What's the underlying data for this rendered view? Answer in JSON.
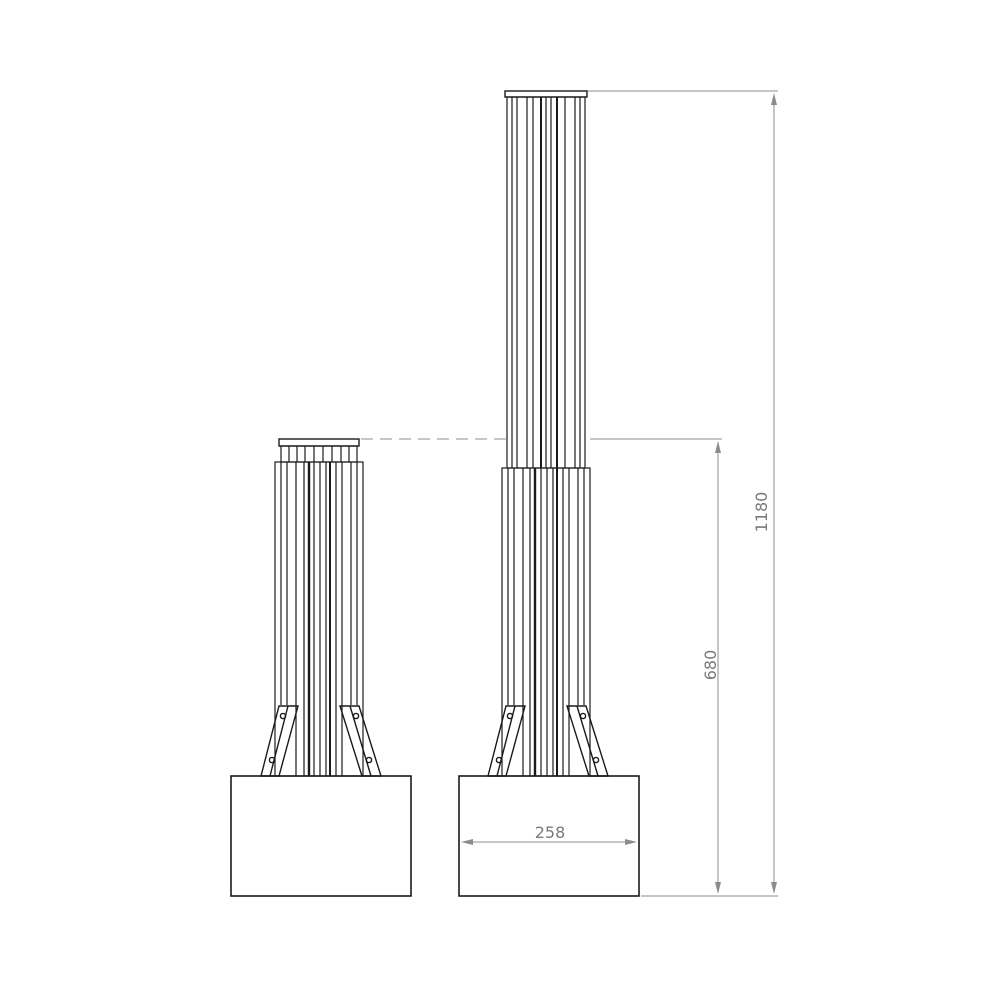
{
  "dimensions": {
    "base_width": "258",
    "retracted_height": "680",
    "extended_height": "1180"
  },
  "colors": {
    "ink": "#1a1a1a",
    "dimension_line": "#8c8c8c",
    "dimension_text": "#7a7a7a",
    "background": "#ffffff"
  }
}
